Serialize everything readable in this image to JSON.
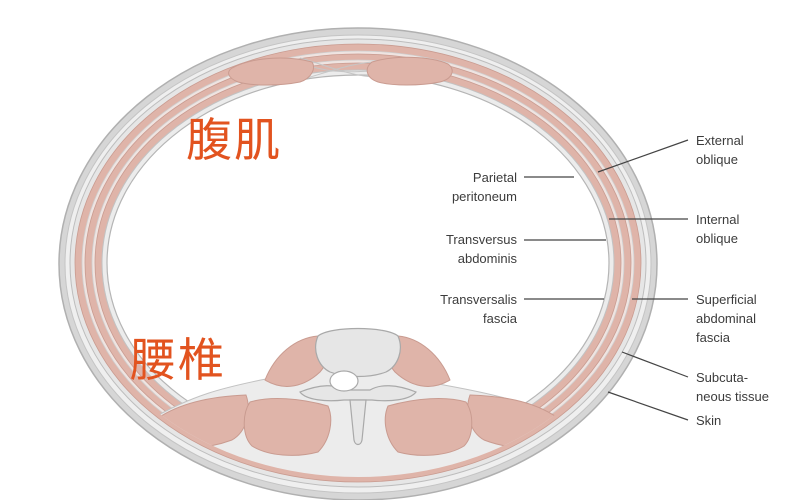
{
  "colors": {
    "muscle": "#dfb4a9",
    "muscle_dark": "#c98f82",
    "tissue": "#e4e4e4",
    "outline": "#b9b9b9",
    "chinese_text": "#e2531f",
    "leader": "#444444"
  },
  "overlay": {
    "label_top": "腹肌",
    "label_bottom": "腰椎"
  },
  "labels_left": [
    {
      "line1": "Parietal",
      "line2": "peritoneum"
    },
    {
      "line1": "Transversus",
      "line2": "abdominis"
    },
    {
      "line1": "Transversalis",
      "line2": "fascia"
    }
  ],
  "labels_right": [
    {
      "line1": "External",
      "line2": "oblique",
      "line3": ""
    },
    {
      "line1": "Internal",
      "line2": "oblique",
      "line3": ""
    },
    {
      "line1": "Superficial",
      "line2": "abdominal",
      "line3": "fascia"
    },
    {
      "line1": "Subcuta-",
      "line2": "neous tissue",
      "line3": ""
    },
    {
      "line1": "Skin",
      "line2": "",
      "line3": ""
    }
  ]
}
